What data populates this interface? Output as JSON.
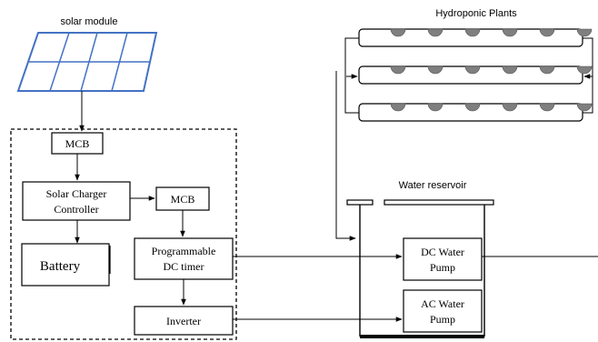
{
  "labels": {
    "solar_module": "solar module",
    "hydroponic_plants": "Hydroponic Plants",
    "water_reservoir": "Water reservoir",
    "mcb_top": "MCB",
    "charger_line1": "Solar Charger",
    "charger_line2": "Controller",
    "mcb_mid": "MCB",
    "battery": "Battery",
    "timer_line1": "Programmable",
    "timer_line2": "DC timer",
    "inverter": "Inverter",
    "dc_pump_line1": "DC Water",
    "dc_pump_line2": "Pump",
    "ac_pump_line1": "AC Water",
    "ac_pump_line2": "Pump"
  },
  "colors": {
    "panel_blue": "#4472c4",
    "plant_gray": "#7f7f7f",
    "line": "#000000"
  },
  "channels": [
    {
      "plant_count": 6
    },
    {
      "plant_count": 6
    },
    {
      "plant_count": 6
    }
  ]
}
